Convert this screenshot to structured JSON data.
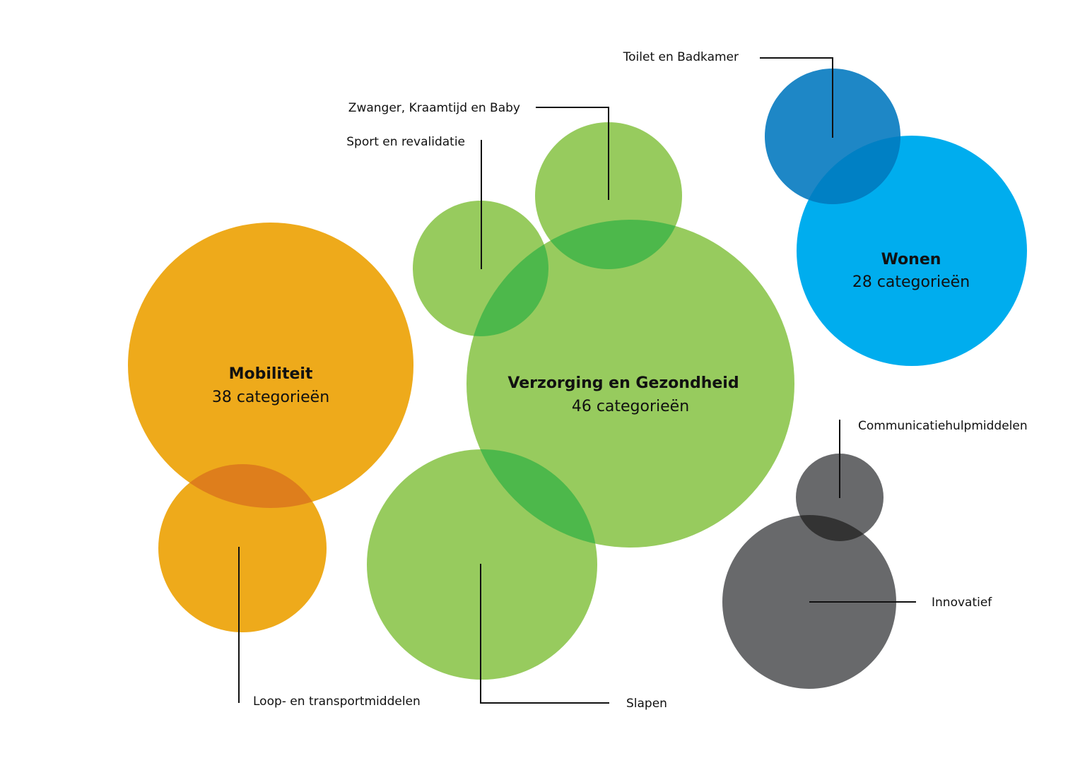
{
  "colors": {
    "orange": "#EEAA1B",
    "orange_overlap": "#DE7E1C",
    "green": "#97CB5E",
    "green_overlap": "#4DB84B",
    "blue_light": "#00ADEE",
    "blue_dark": "#1E87C6",
    "blue_overlap": "#0080C4",
    "gray": "#68696B",
    "gray_overlap": "#333333"
  },
  "groups": {
    "mobiliteit": {
      "name": "Mobiliteit",
      "count": "38 categorieën"
    },
    "verzorging": {
      "name": "Verzorging en Gezondheid",
      "count": "46 categorieën"
    },
    "wonen": {
      "name": "Wonen",
      "count": "28 categorieën"
    }
  },
  "labels": {
    "toilet": "Toilet en Badkamer",
    "zwanger": "Zwanger, Kraamtijd en Baby",
    "sport": "Sport en revalidatie",
    "loop": "Loop- en transportmiddelen",
    "slapen": "Slapen",
    "communicatie": "Communicatiehulpmiddelen",
    "innovatief": "Innovatief"
  }
}
